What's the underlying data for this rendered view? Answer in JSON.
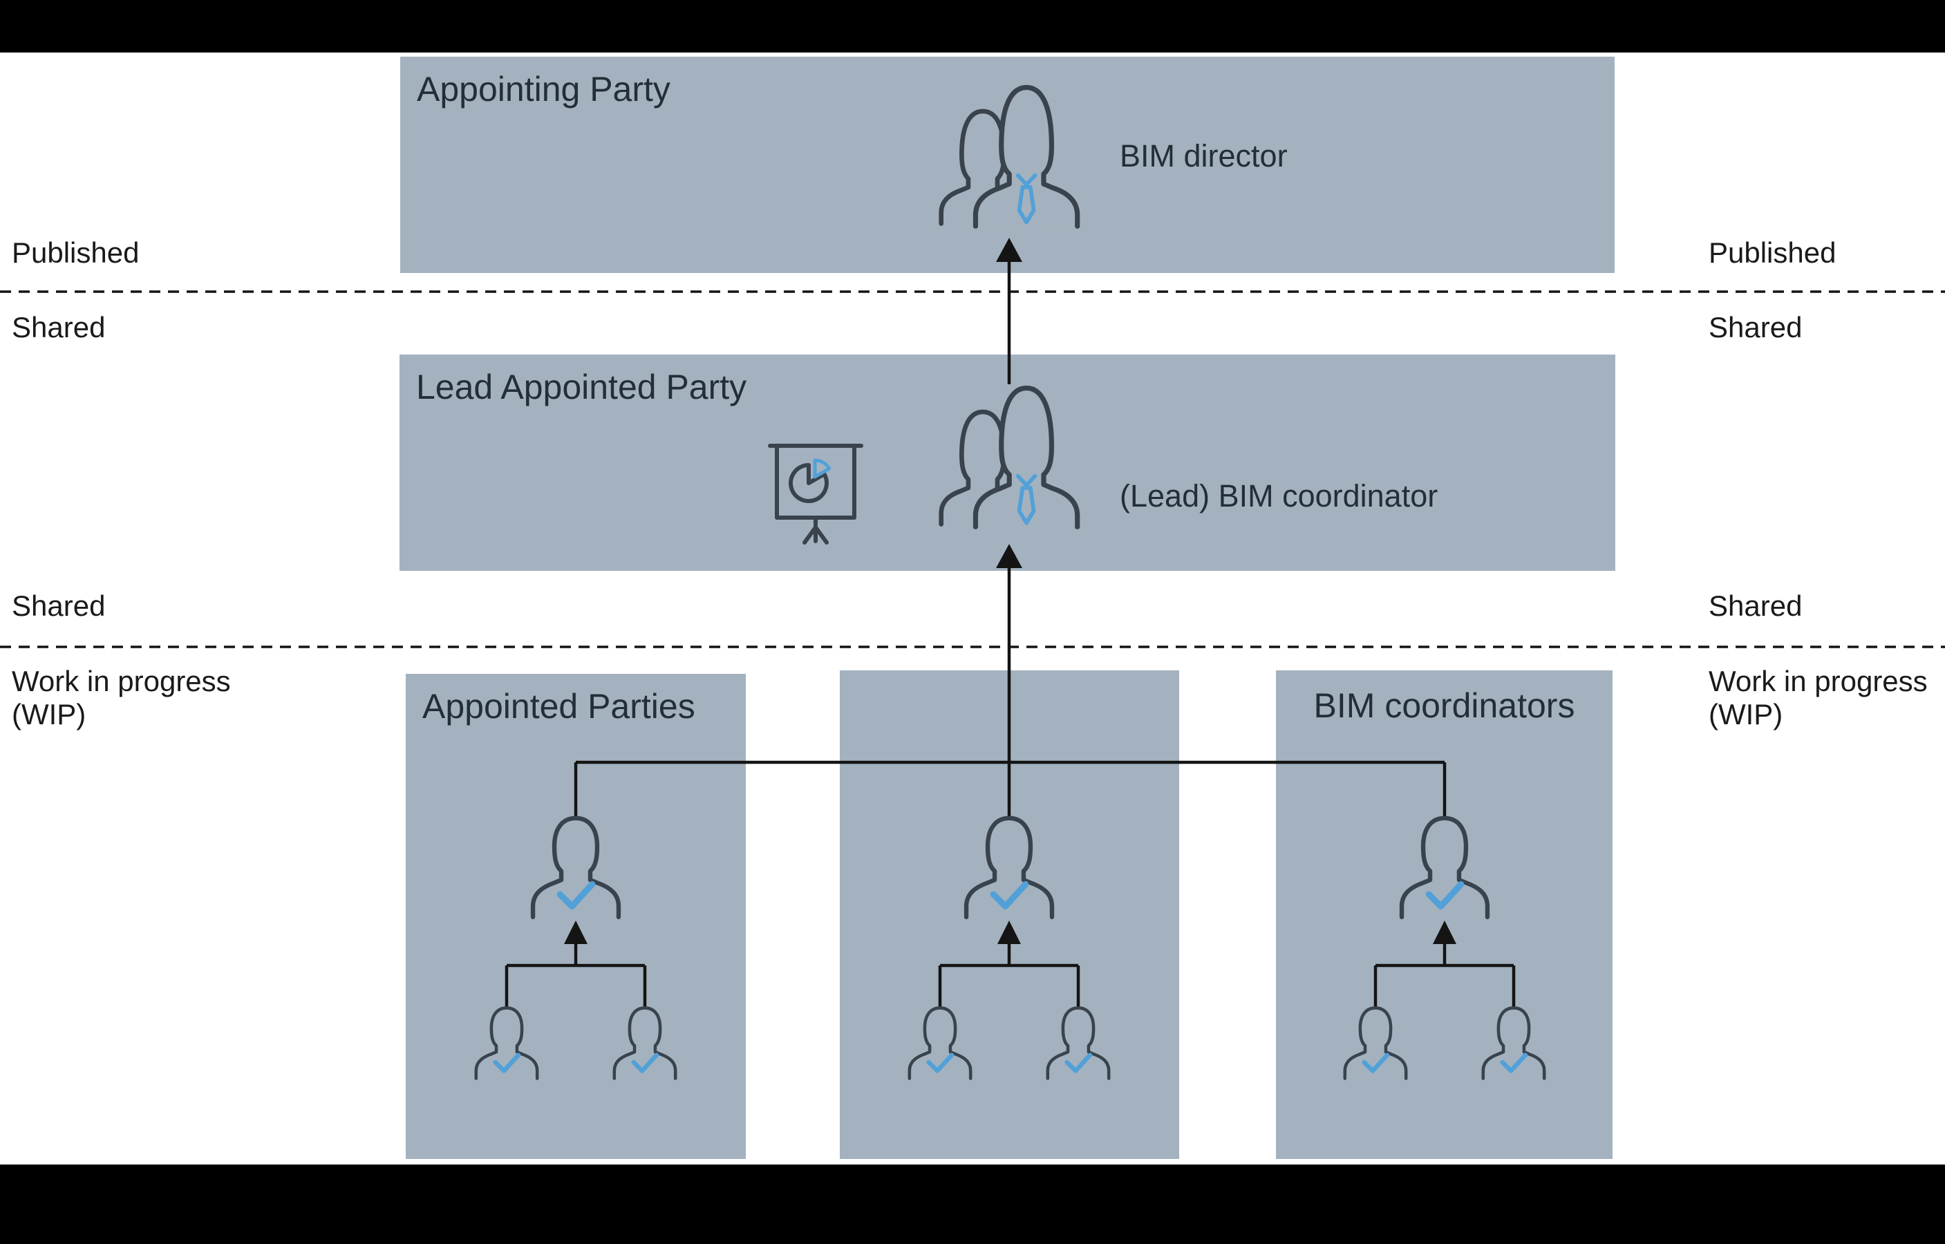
{
  "colors": {
    "frame": "#000000",
    "canvas": "#ffffff",
    "panel_fill": "#a4b2bf",
    "outline": "#39434d",
    "accent_blue": "#52a0d8",
    "line": "#141414",
    "label_ink": "#232e38",
    "side_ink": "#1a1a1a"
  },
  "panels": {
    "appointing_party": {
      "label": "Appointing Party"
    },
    "lead_appointed_party": {
      "label": "Lead Appointed Party"
    },
    "appointed_parties": {
      "label": "Appointed Parties"
    },
    "bim_coordinators": {
      "label": "BIM coordinators"
    }
  },
  "captions": {
    "bim_director": "BIM director",
    "lead_bim_coordinator": "(Lead) BIM coordinator"
  },
  "side_labels": {
    "left": {
      "published": "Published",
      "shared_upper": "Shared",
      "shared_lower": "Shared",
      "wip_line1": "Work in progress",
      "wip_line2": "(WIP)"
    },
    "right": {
      "published": "Published",
      "shared_upper": "Shared",
      "shared_lower": "Shared",
      "wip_line1": "Work in progress",
      "wip_line2": "(WIP)"
    }
  },
  "icons": {
    "bim_director": "two-people-team-icon",
    "lead_bim_coordinator": "two-people-team-icon",
    "presentation_board": "flipchart-pie-chart-icon",
    "approved_member": "person-check-icon"
  }
}
